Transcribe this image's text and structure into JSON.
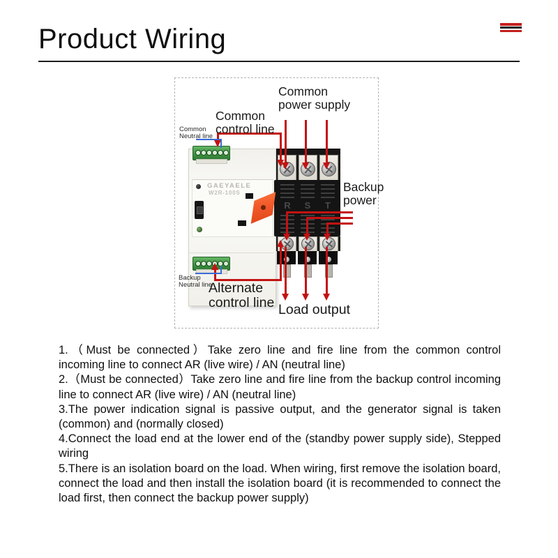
{
  "page": {
    "title": "Product Wiring"
  },
  "header_icon": {
    "name": "red-stripe-flag",
    "stripe_colors": [
      "#c5201f",
      "#1b1b1b",
      "#c5201f"
    ]
  },
  "diagram": {
    "labels": {
      "common_power_supply": "Common\npower supply",
      "common_control_line": "Common\ncontrol line",
      "common_neutral_line": "Common\nNeutral line",
      "backup_power": "Backup\npower",
      "backup_neutral_line": "Backup\nNeutral line",
      "alternate_control_line": "Alternate\ncontrol line",
      "load_output": "Load output"
    },
    "device": {
      "brand": "GAEYAELE",
      "model": "W2R-100S",
      "phases": [
        "R",
        "S",
        "T"
      ]
    },
    "colors": {
      "wire_live": "#c31212",
      "wire_neutral": "#3a6bd6",
      "terminal_green": "#3e9040",
      "lever_orange": "#f2592a"
    }
  },
  "notes": [
    "1.（Must be connected）Take zero line and fire line from the common control incoming line to connect AR (live wire) / AN (neutral line)",
    "2.（Must be connected）Take zero line and fire line from the backup control incoming line to connect AR (live wire) / AN (neutral line)",
    "3.The power indication signal is passive output, and the generator signal is taken (common) and (normally closed)",
    "4.Connect the load end at the lower end of the (standby power supply side), Stepped wiring",
    "5.There is an isolation board on the load. When wiring, first remove the isolation board, connect the load and then install the isolation board (it is recommended to connect the load first, then connect the backup power supply)"
  ]
}
